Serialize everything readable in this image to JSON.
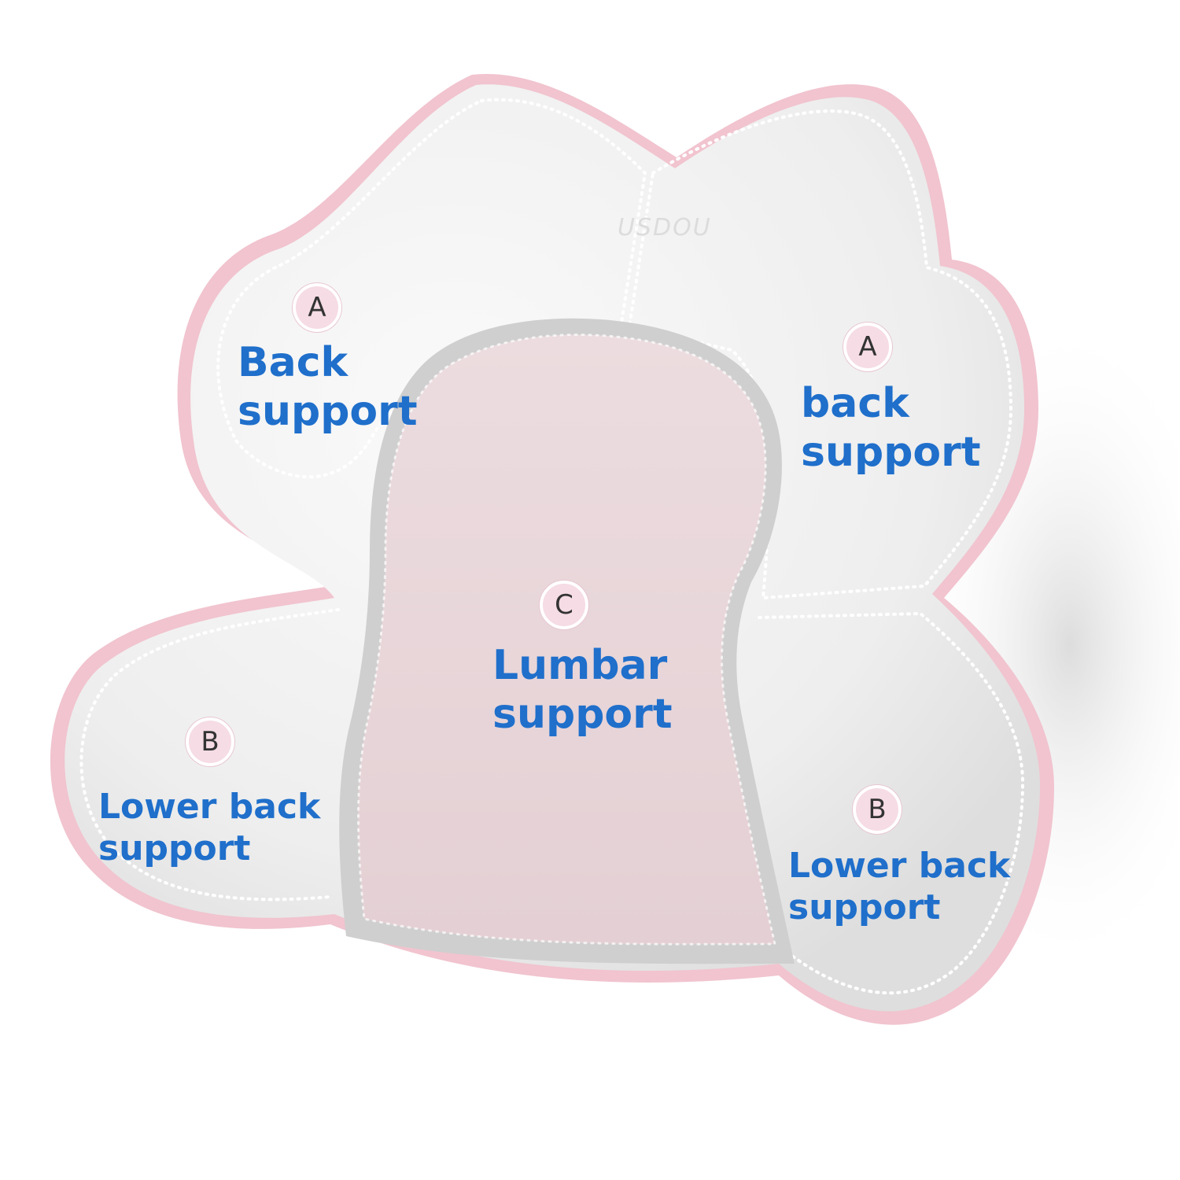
{
  "logo_text": "USDOU",
  "zones": {
    "a_left": {
      "letter": "A",
      "label": "Back\nsupport"
    },
    "a_right": {
      "letter": "A",
      "label": "back\nsupport"
    },
    "c": {
      "letter": "C",
      "label": "Lumbar\nsupport"
    },
    "b_left": {
      "letter": "B",
      "label": "Lower back\nsupport"
    },
    "b_right": {
      "letter": "B",
      "label": "Lower back\nsupport"
    }
  },
  "colors": {
    "label_text": "#1f6fcb",
    "badge_fill": "#f6dce4",
    "pillow_white": "#f1f1f1",
    "pillow_center_pink": "#ead8dc",
    "pillow_trim_pink": "#f1c4cf"
  }
}
